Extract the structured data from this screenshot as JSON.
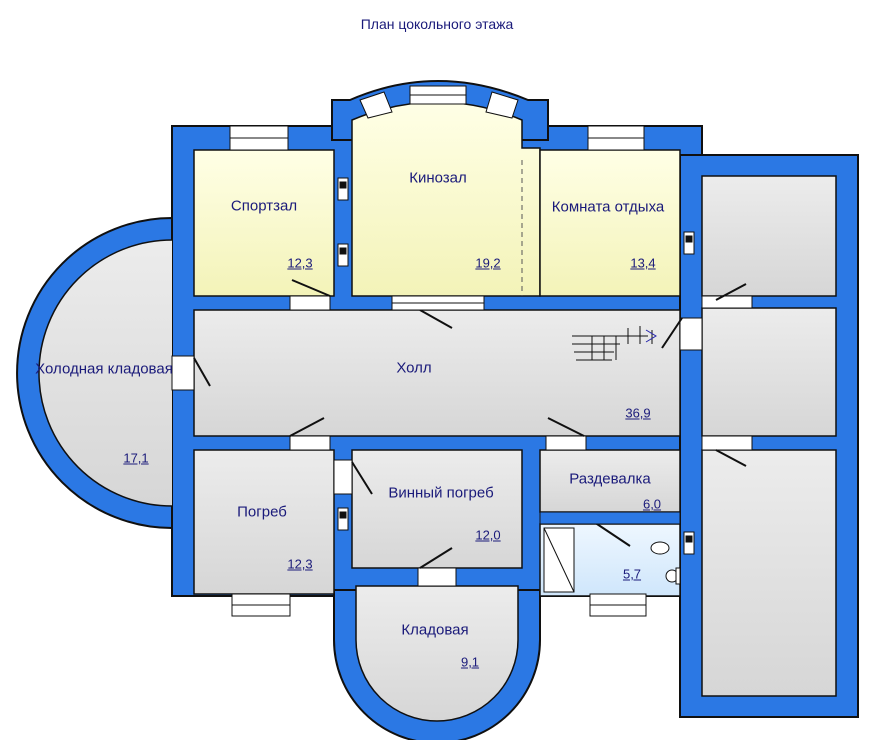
{
  "title": "План цокольного этажа",
  "rooms": {
    "sport": {
      "name": "Спортзал",
      "area": "12,3"
    },
    "cinema": {
      "name": "Кинозал",
      "area": "19,2"
    },
    "rest": {
      "name": "Комната отдыха",
      "area": "13,4"
    },
    "hall": {
      "name": "Холл",
      "area": "36,9"
    },
    "cold_storage": {
      "name": "Холодная кладовая",
      "area": "17,1"
    },
    "cellar": {
      "name": "Погреб",
      "area": "12,3"
    },
    "wine": {
      "name": "Винный погреб",
      "area": "12,0"
    },
    "cloakroom": {
      "name": "Раздевалка",
      "area": "6,0"
    },
    "bath": {
      "area": "5,7"
    },
    "pantry": {
      "name": "Кладовая",
      "area": "9,1"
    }
  },
  "colors": {
    "wall": "#2b78e4",
    "outline": "#101010",
    "yellow_room": "#fbfbcf",
    "grey_room": "#e2e2e2",
    "bath_room": "#dcefff",
    "text": "#1a1a7a"
  }
}
